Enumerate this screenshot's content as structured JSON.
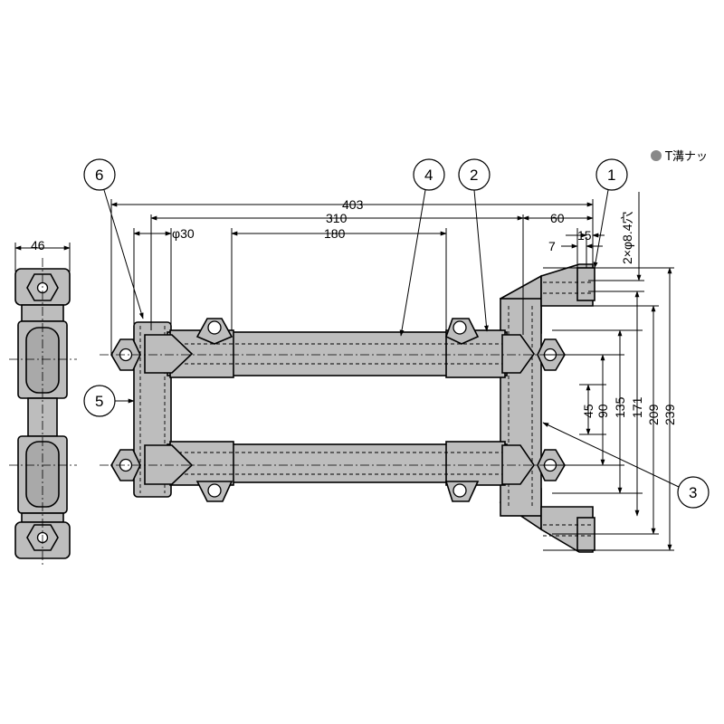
{
  "header": {
    "bullet_color": "#888888",
    "label": "T溝ナッ"
  },
  "callouts": {
    "c1": "1",
    "c2": "2",
    "c3": "3",
    "c4": "4",
    "c5": "5",
    "c6": "6"
  },
  "dimensions": {
    "d403": "403",
    "d310": "310",
    "d60": "60",
    "d30": "φ30",
    "d180": "180",
    "d15": "15",
    "d7": "7",
    "d46": "46",
    "hole": "2×φ8.4穴",
    "v45": "45",
    "v90": "90",
    "v135": "135",
    "v171": "171",
    "v209": "209",
    "v239": "239"
  },
  "colors": {
    "part_fill": "#bdbdbd",
    "outline": "#000000"
  }
}
